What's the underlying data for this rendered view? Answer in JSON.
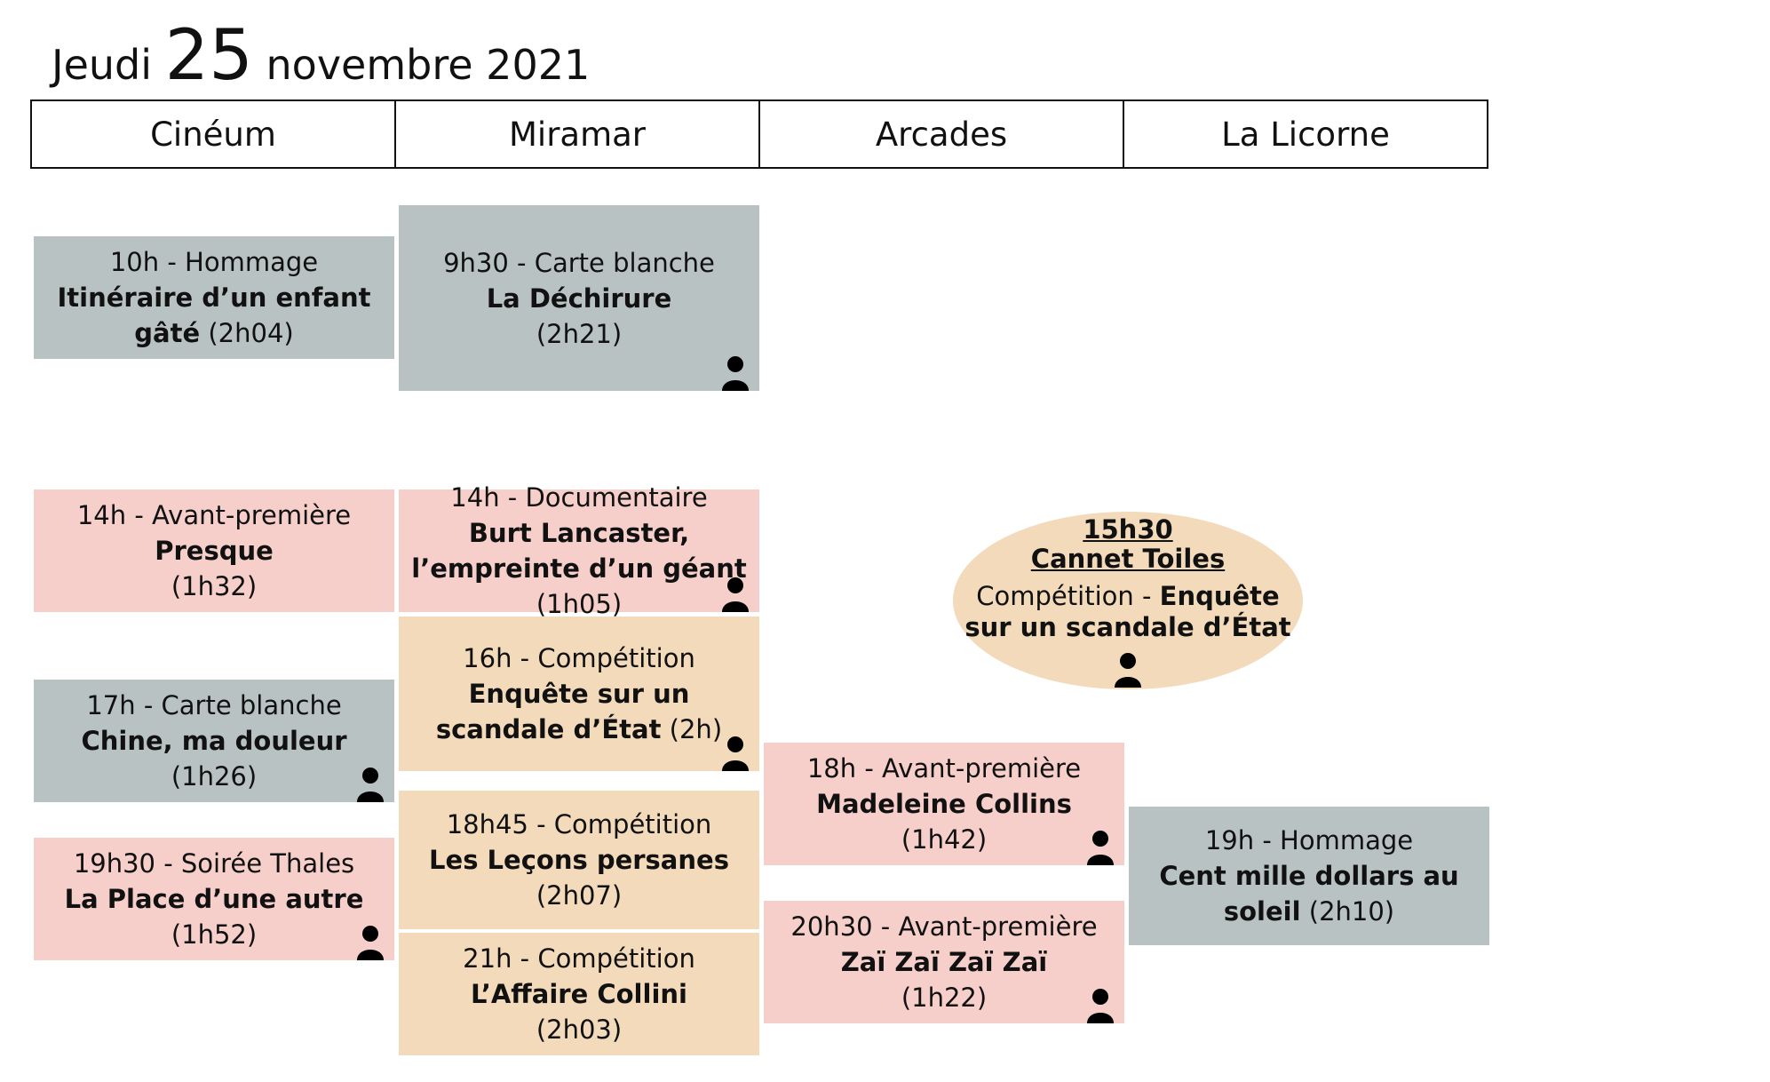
{
  "date": {
    "weekday": "Jeudi",
    "day": "25",
    "month_year": "novembre 2021"
  },
  "venues": [
    "Cinéum",
    "Miramar",
    "Arcades",
    "La Licorne"
  ],
  "screenings": [
    {
      "id": "s1",
      "venue": "Cinéum",
      "time_cat": "10h - Hommage",
      "title": "Itinéraire d’un enfant gâté",
      "duration": "(2h04)",
      "color": "#b9c2c3",
      "person_icon": false
    },
    {
      "id": "s2",
      "venue": "Miramar",
      "time_cat": "9h30 - Carte blanche",
      "title": "La Déchirure",
      "duration": "(2h21)",
      "color": "#b9c2c3",
      "person_icon": true
    },
    {
      "id": "s3",
      "venue": "Cinéum",
      "time_cat": "14h - Avant-première",
      "title": "Presque",
      "duration": "(1h32)",
      "color": "#f6cfca",
      "person_icon": false
    },
    {
      "id": "s4",
      "venue": "Miramar",
      "time_cat": "14h - Documentaire",
      "title": "Burt Lancaster, l’empreinte d’un géant",
      "duration": "(1h05)",
      "color": "#f6cfca",
      "person_icon": true
    },
    {
      "id": "s5",
      "venue": "Miramar",
      "time_cat": "16h - Compétition",
      "title": "Enquête sur un scandale d’État",
      "duration": "(2h)",
      "color": "#f2dabb",
      "person_icon": true
    },
    {
      "id": "s6",
      "venue": "Cinéum",
      "time_cat": "17h - Carte blanche",
      "title": "Chine, ma douleur",
      "duration": "(1h26)",
      "color": "#b9c2c3",
      "person_icon": true
    },
    {
      "id": "s7",
      "venue": "Arcades",
      "time_cat": "18h - Avant-première",
      "title": "Madeleine Collins",
      "duration": "(1h42)",
      "color": "#f6cfca",
      "person_icon": true
    },
    {
      "id": "s8",
      "venue": "Miramar",
      "time_cat": "18h45 - Compétition",
      "title": "Les Leçons persanes",
      "duration": "(2h07)",
      "color": "#f2dabb",
      "person_icon": false
    },
    {
      "id": "s9",
      "venue": "La Licorne",
      "time_cat": "19h - Hommage",
      "title": "Cent mille dollars au soleil",
      "duration": "(2h10)",
      "color": "#b9c2c3",
      "person_icon": false
    },
    {
      "id": "s10",
      "venue": "Cinéum",
      "time_cat": "19h30 - Soirée Thales",
      "title": "La Place d’une autre",
      "duration": "(1h52)",
      "color": "#f6cfca",
      "person_icon": true
    },
    {
      "id": "s11",
      "venue": "Arcades",
      "time_cat": "20h30 - Avant-première",
      "title": "Zaï Zaï Zaï Zaï",
      "duration": "(1h22)",
      "color": "#f6cfca",
      "person_icon": true
    },
    {
      "id": "s12",
      "venue": "Miramar",
      "time_cat": "21h - Compétition",
      "title": "L’Affaire Collini",
      "duration": "(2h03)",
      "color": "#f2dabb",
      "person_icon": false
    }
  ],
  "special_event": {
    "time": "15h30",
    "place": "Cannet Toiles",
    "category": "Compétition -",
    "title": "Enquête sur un scandale d’État",
    "color": "#f2dabb",
    "person_icon": true
  },
  "icons": {
    "person": "person-icon"
  }
}
